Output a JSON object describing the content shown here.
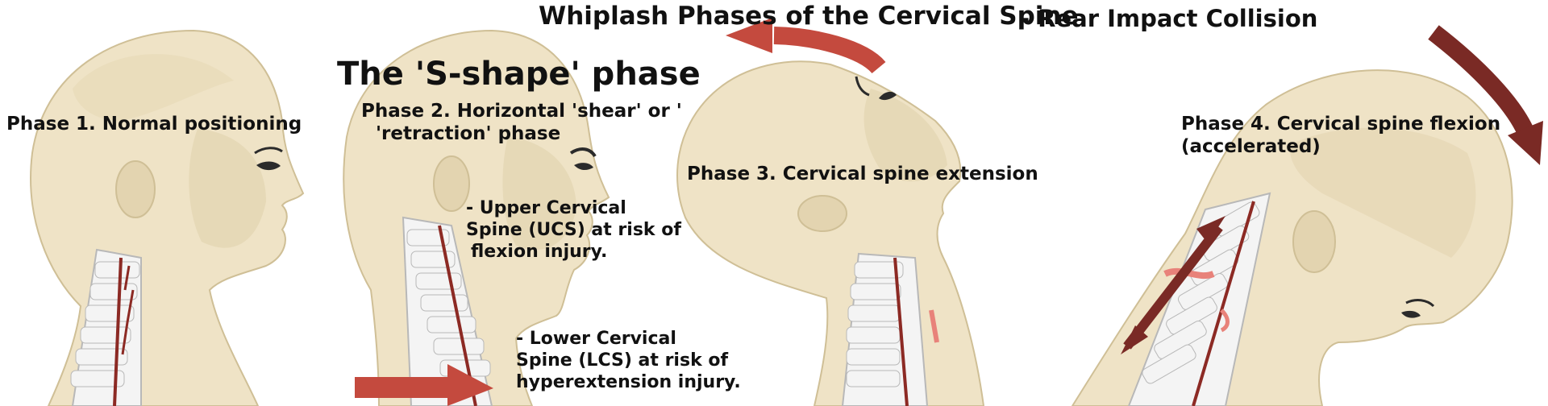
{
  "title": {
    "main": "Whiplash Phases of the Cervical Spine",
    "sub": "- Rear Impact Collision"
  },
  "s_shape_heading": "The 'S-shape' phase",
  "phases": {
    "phase1": "Phase 1. Normal positioning",
    "phase2_line1": "Phase 2. Horizontal 'shear' or '",
    "phase2_line2": "'retraction' phase",
    "phase3": "Phase 3. Cervical spine extension",
    "phase4_line1": "Phase 4. Cervical spine flexion",
    "phase4_line2": "(accelerated)"
  },
  "notes": {
    "ucs_line1": "- Upper Cervical",
    "ucs_line2": "Spine (UCS) at risk of",
    "ucs_line3": "flexion injury.",
    "lcs_line1": "- Lower Cervical",
    "lcs_line2": "Spine (LCS) at risk of",
    "lcs_line3": "hyperextension injury."
  },
  "colors": {
    "skin": "#efe3c6",
    "skin_shade": "#e3d4b0",
    "skin_outline": "#cfbf96",
    "arrow_red": "#c44a3e",
    "arrow_dark": "#7a2a25",
    "bone": "#f4f4f4",
    "bone_shadow": "#b8b8b8",
    "disc": "#8c2a24",
    "injury": "#e8827a"
  }
}
